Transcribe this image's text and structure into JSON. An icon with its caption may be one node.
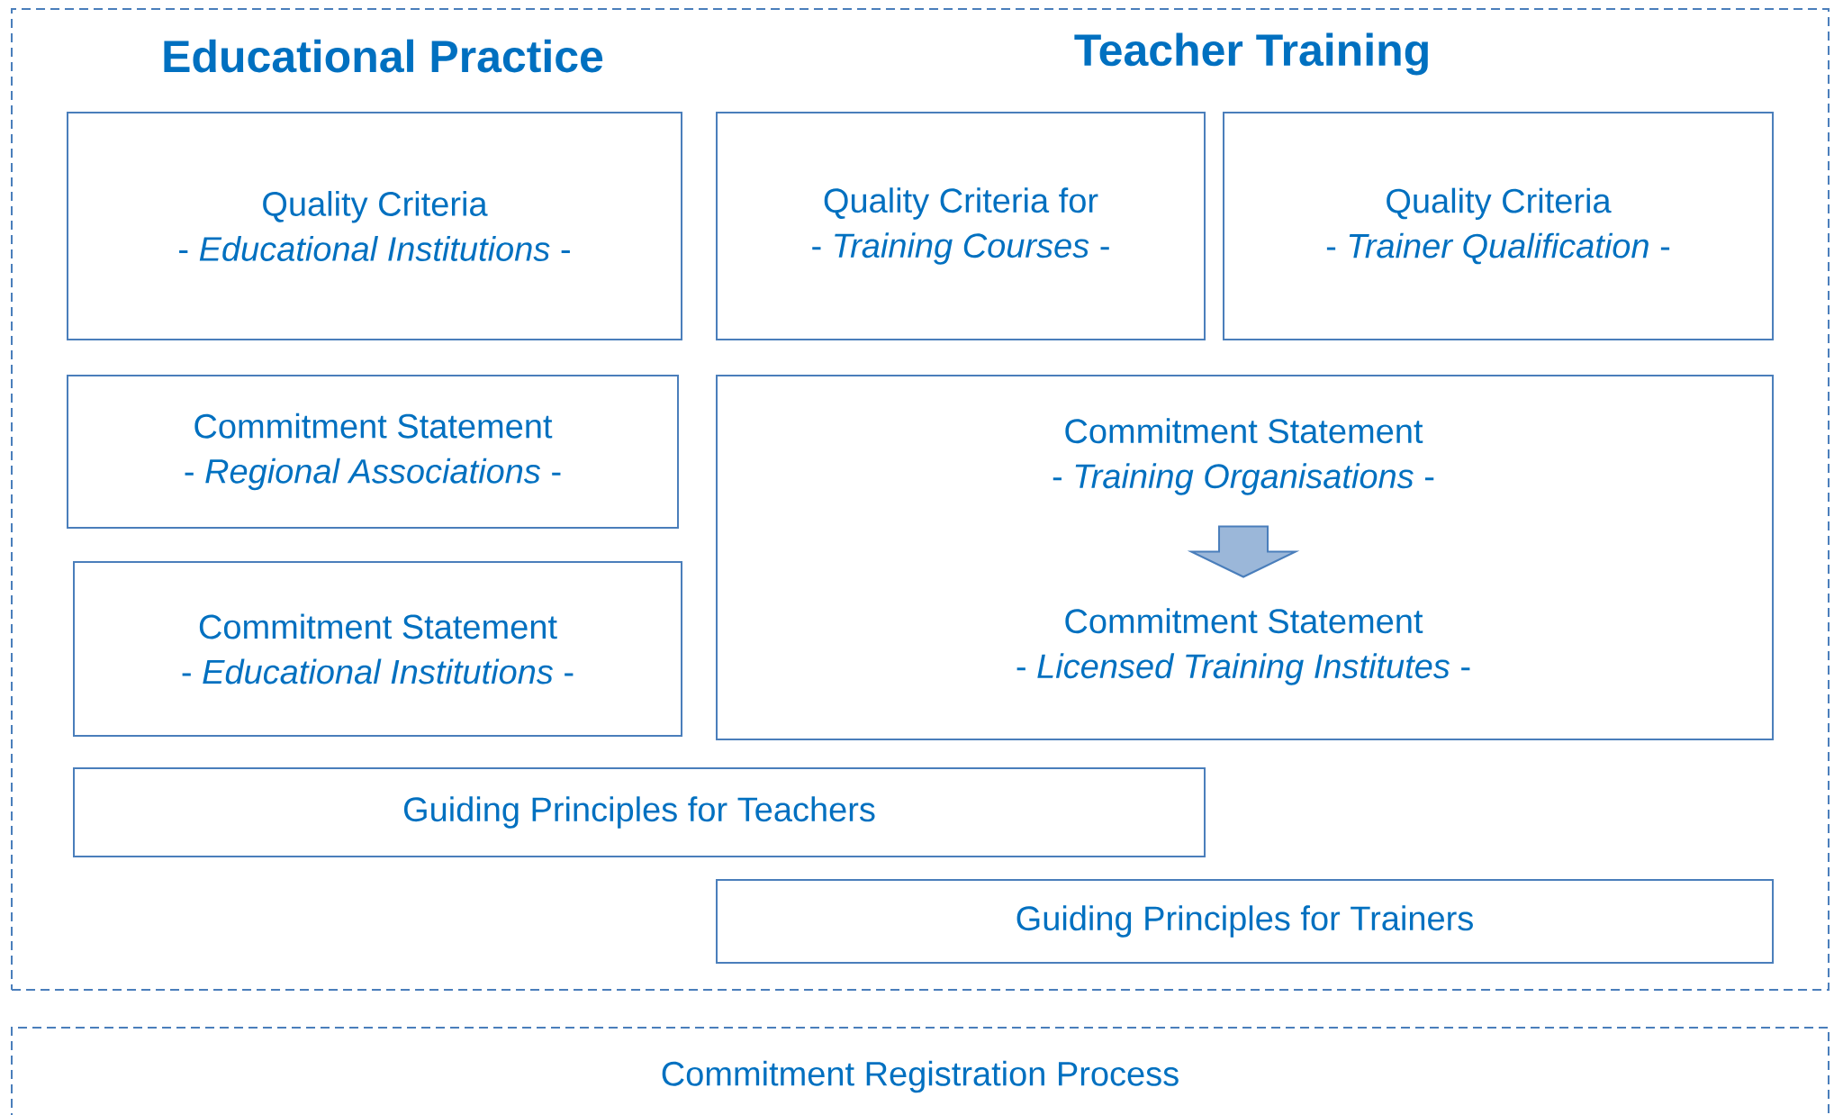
{
  "diagram": {
    "nodes": [
      {
        "text": [],
        "shape": "box"
      },
      {
        "text": [
          "Quality Criteria",
          "- *Educational Institutions* -"
        ],
        "in": 0
      },
      {
        "text": [
          "Quality Criteria for",
          "- *Training Courses* -"
        ],
        "in": 0
      },
      {
        "text": [
          "Quality Criteria",
          "- *Trainer Qualification* -"
        ],
        "in": 0
      },
      {
        "text": [
          "Commitment Statement",
          "- *Regional Associations* -"
        ],
        "in": 0
      },
      {
        "text": [],
        "shape": "box",
        "in": 0
      },
      {
        "text": [
          "Commitment Statement",
          "- *Training Organisations* -"
        ],
        "in": 5
      },
      {
        "text": [
          "Commitment Statement",
          "- *Licensed Training Institutes* -"
        ],
        "in": 5
      },
      {
        "text": [
          "Commitment Statement",
          "- *Educational Institutions* -"
        ],
        "in": 0
      },
      {
        "text": [
          "Guiding Principles for Teachers"
        ],
        "in": 0
      },
      {
        "text": [
          "Guiding Principles for Trainers"
        ],
        "in": 0
      },
      {
        "text": [
          "Commitment Registration Process"
        ]
      }
    ],
    "edges": [
      {
        "from": 6,
        "to": 7,
        "arrow": "to"
      }
    ],
    "labels": [
      "Educational Practice",
      "Teacher Training"
    ]
  }
}
